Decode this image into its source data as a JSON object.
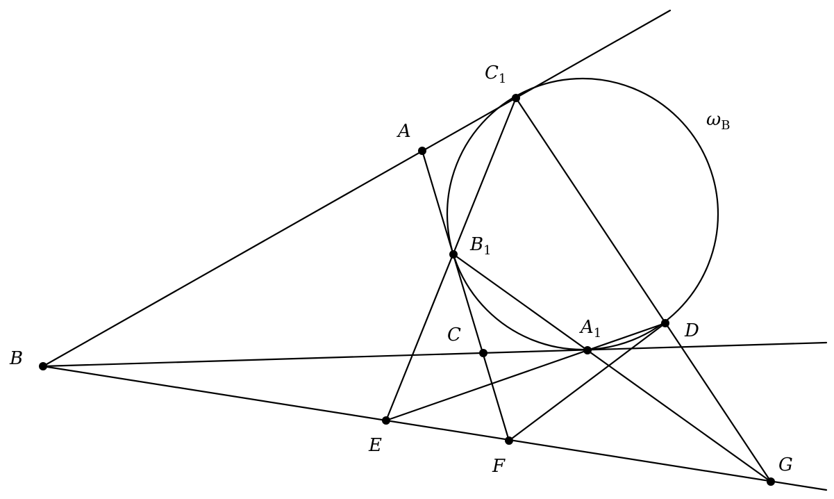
{
  "points": [
    {
      "id": "A",
      "label": "A",
      "sub": ""
    },
    {
      "id": "B",
      "label": "B",
      "sub": ""
    },
    {
      "id": "C",
      "label": "C",
      "sub": ""
    },
    {
      "id": "D",
      "label": "D",
      "sub": ""
    },
    {
      "id": "E",
      "label": "E",
      "sub": ""
    },
    {
      "id": "F",
      "label": "F",
      "sub": ""
    },
    {
      "id": "G",
      "label": "G",
      "sub": ""
    },
    {
      "id": "A1",
      "label": "A",
      "sub": "1"
    },
    {
      "id": "B1",
      "label": "B",
      "sub": "1"
    },
    {
      "id": "C1",
      "label": "C",
      "sub": "1"
    }
  ],
  "circle": {
    "label": "ω",
    "sub": "B"
  }
}
